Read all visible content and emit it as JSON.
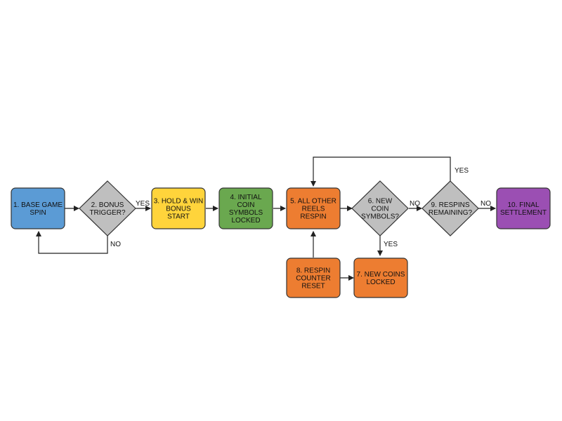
{
  "nodes": {
    "n1": {
      "lines": [
        "1. BASE GAME",
        "SPIN"
      ],
      "color": "#5b9bd5",
      "shape": "box"
    },
    "n2": {
      "lines": [
        "2. BONUS",
        "TRIGGER?"
      ],
      "color": "#bfbfbf",
      "shape": "diamond"
    },
    "n3": {
      "lines": [
        "3. HOLD & WIN",
        "BONUS",
        "START"
      ],
      "color": "#ffd43b",
      "shape": "box"
    },
    "n4": {
      "lines": [
        "4. INITIAL",
        "COIN",
        "SYMBOLS",
        "LOCKED"
      ],
      "color": "#6aa84f",
      "shape": "box"
    },
    "n5": {
      "lines": [
        "5. ALL OTHER",
        "REELS",
        "RESPIN"
      ],
      "color": "#ed7d31",
      "shape": "box"
    },
    "n6": {
      "lines": [
        "6. NEW",
        "COIN",
        "SYMBOLS?"
      ],
      "color": "#bfbfbf",
      "shape": "diamond"
    },
    "n7": {
      "lines": [
        "7. NEW COINS",
        "LOCKED"
      ],
      "color": "#ed7d31",
      "shape": "box"
    },
    "n8": {
      "lines": [
        "8. RESPIN",
        "COUNTER",
        "RESET"
      ],
      "color": "#ed7d31",
      "shape": "box"
    },
    "n9": {
      "lines": [
        "9. RESPINS",
        "REMAINING?"
      ],
      "color": "#bfbfbf",
      "shape": "diamond"
    },
    "n10": {
      "lines": [
        "10. FINAL",
        "SETTLEMENT"
      ],
      "color": "#9b4fb3",
      "shape": "box"
    }
  },
  "edge_labels": {
    "bonus_yes": "YES",
    "bonus_no": "NO",
    "coin_no": "NO",
    "coin_yes": "YES",
    "respins_yes": "YES",
    "respins_no": "NO"
  },
  "colors": {
    "line": "#222222",
    "stroke": "#333333"
  }
}
